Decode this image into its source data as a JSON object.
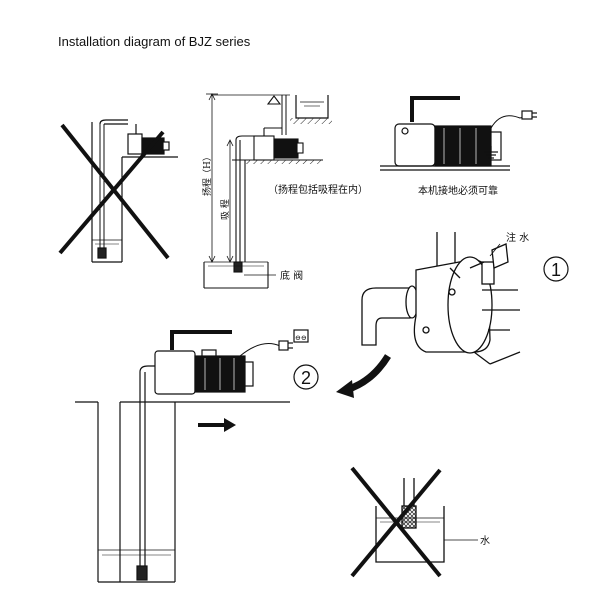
{
  "title": "Installation diagram of BJZ series",
  "labels": {
    "total_head": "扬程（H）",
    "suction": "吸 程",
    "head_includes_suction": "（扬程包括吸程在内）",
    "foot_valve": "底 阀",
    "grounding": "本机接地必须可靠",
    "prime_water": "注 水",
    "water": "水",
    "outlet_symbol": "⊖⊖"
  },
  "steps": {
    "step1": "1",
    "step2": "2"
  },
  "icons": [
    "cross-icon",
    "arrow-right-icon",
    "curved-arrow-icon",
    "ground-symbol-icon",
    "plug-icon",
    "socket-icon",
    "water-tank-icon",
    "pump-icon"
  ]
}
